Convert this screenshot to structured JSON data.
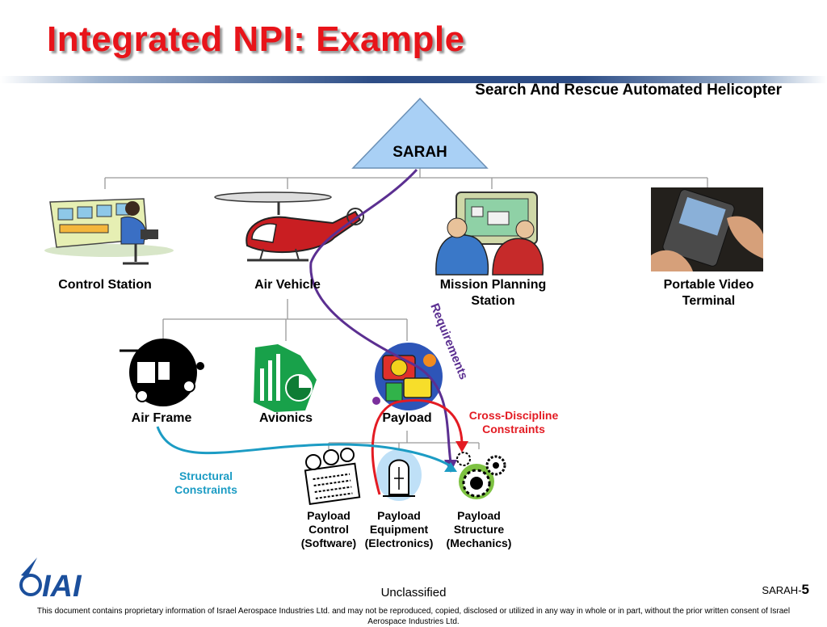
{
  "slide": {
    "title": "Integrated NPI: Example",
    "subtitle": "Search And Rescue Automated Helicopter",
    "root": "SARAH",
    "level1": {
      "control_station": "Control Station",
      "air_vehicle": "Air Vehicle",
      "mission_planning": "Mission Planning Station",
      "portable_video": "Portable Video Terminal"
    },
    "level2": {
      "air_frame": "Air Frame",
      "avionics": "Avionics",
      "payload": "Payload"
    },
    "level3": {
      "payload_control": "Payload Control (Software)",
      "payload_equipment": "Payload Equipment (Electronics)",
      "payload_structure": "Payload Structure (Mechanics)"
    },
    "annotations": {
      "requirements": "Requirements",
      "cross_discipline": "Cross-Discipline Constraints",
      "structural": "Structural Constraints"
    },
    "logo_text": "IAI",
    "footer": {
      "classification": "Unclassified",
      "page_prefix": "SARAH-",
      "page_number": "5",
      "disclaimer": "This document contains proprietary information of Israel Aerospace Industries Ltd. and may not be reproduced, copied, disclosed or utilized in any way in whole or in part, without the prior written consent of Israel Aerospace Industries Ltd."
    }
  },
  "colors": {
    "title": "#e8141a",
    "triangle_fill": "#a9d0f5",
    "requirements": "#5b2f91",
    "cross_discipline": "#e31b23",
    "structural": "#1c9cc4",
    "logo": "#1b4f9c"
  },
  "icons": [
    "control-station-clipart",
    "helicopter-clipart",
    "mission-planning-clipart",
    "pda-clipart",
    "air-frame-icon",
    "avionics-icon",
    "payload-icon",
    "clocks-icon",
    "tube-icon",
    "gears-icon",
    "iai-logo"
  ]
}
